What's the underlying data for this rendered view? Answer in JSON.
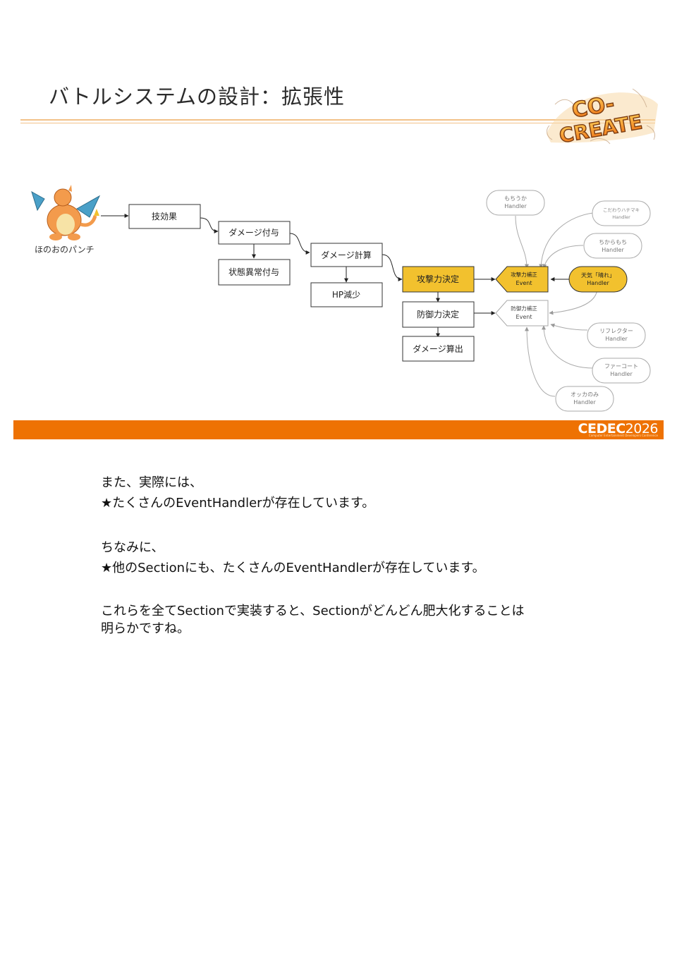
{
  "slide": {
    "title": "バトルシステムの設計：拡張性",
    "logo_text": "CO-CREATE",
    "footer_brand": "CEDEC",
    "footer_year": "2026",
    "footer_sub": "Computer Entertainment Developers Conference"
  },
  "flow": {
    "actor_label": "ほのおのパンチ",
    "boxes": {
      "waza": "技効果",
      "damage_fuyo": "ダメージ付与",
      "jotai": "状態異常付与",
      "damage_keisan": "ダメージ計算",
      "hp": "HP減少",
      "kogeki": "攻撃力決定",
      "bogyo": "防御力決定",
      "sanshutsu": "ダメージ算出"
    },
    "events": {
      "attack_name": "攻撃力補正",
      "attack_sub": "Event",
      "defense_name": "防御力補正",
      "defense_sub": "Event"
    },
    "handlers": {
      "mochika": {
        "name": "もちうか",
        "sub": "Handler"
      },
      "kodawari": {
        "name": "こだわりハチマキ",
        "sub": "Handler"
      },
      "chikara": {
        "name": "ちからもち",
        "sub": "Handler"
      },
      "tenki": {
        "name": "天気「晴れ」",
        "sub": "Handler"
      },
      "reflect": {
        "name": "リフレクター",
        "sub": "Handler"
      },
      "fur": {
        "name": "ファーコート",
        "sub": "Handler"
      },
      "okka": {
        "name": "オッカのみ",
        "sub": "Handler"
      }
    },
    "colors": {
      "highlight": "#f2c12e",
      "border": "#333333",
      "muted": "#aaaaaa",
      "accent": "#ee7203"
    }
  },
  "notes": {
    "line1": "また、実際には、",
    "line2": "★たくさんのEventHandlerが存在しています。",
    "line3": "ちなみに、",
    "line4": "★他のSectionにも、たくさんのEventHandlerが存在しています。",
    "line5": "これらを全てSectionで実装すると、Sectionがどんどん肥大化することは",
    "line6": "明らかですね。"
  }
}
